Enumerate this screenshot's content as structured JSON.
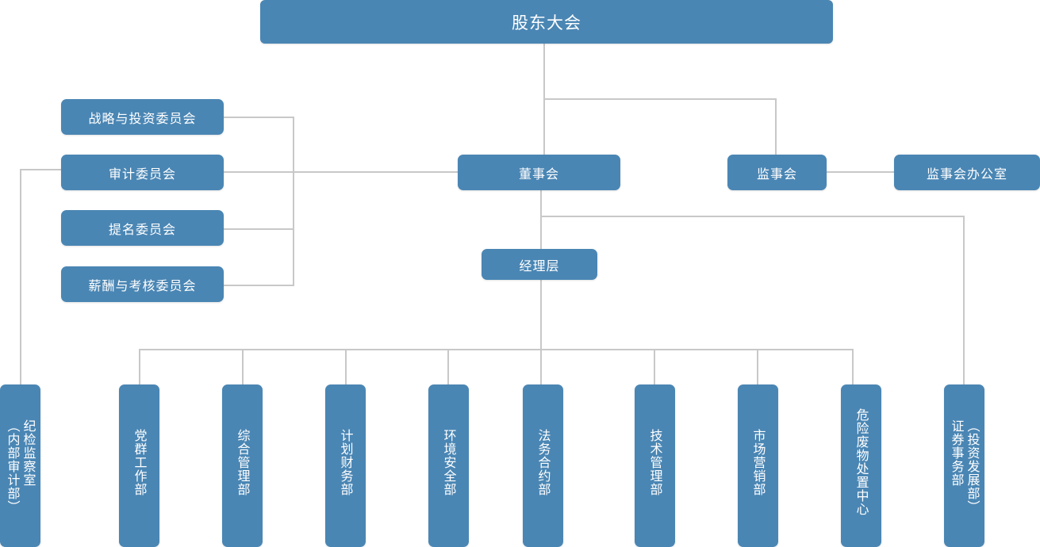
{
  "top": {
    "shareholders": "股东大会"
  },
  "board": {
    "label": "董事会"
  },
  "supervisory": {
    "label": "监事会",
    "office": "监事会办公室"
  },
  "management": {
    "label": "经理层"
  },
  "committees": {
    "strategy": "战略与投资委员会",
    "audit": "审计委员会",
    "nomination": "提名委员会",
    "remuneration": "薪酬与考核委员会"
  },
  "departments": {
    "discipline": {
      "col1": "纪检监察室",
      "col2": "（内部审计部）"
    },
    "party": "党群工作部",
    "general": "综合管理部",
    "finance": "计划财务部",
    "safety": "环境安全部",
    "legal": "法务合约部",
    "tech": "技术管理部",
    "marketing": "市场营销部",
    "hazwaste": "危险废物处置中心",
    "securities": {
      "col1": "证券事务部",
      "col2": "（投资发展部）"
    }
  },
  "colors": {
    "box": "#4a86b4",
    "connector": "#c8c8c8",
    "text": "#ffffff"
  }
}
